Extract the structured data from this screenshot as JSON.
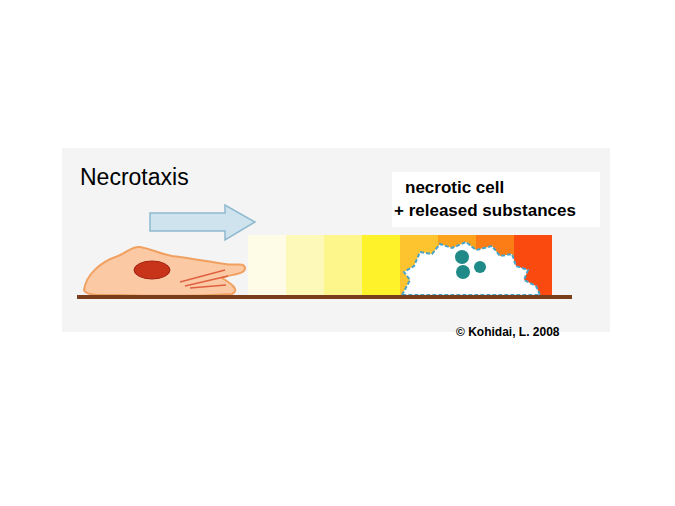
{
  "diagram": {
    "title": "Necrotaxis",
    "labels": [
      "necrotic cell",
      "+ released substances",
      "© Kohidai, L. 2008"
    ]
  }
}
